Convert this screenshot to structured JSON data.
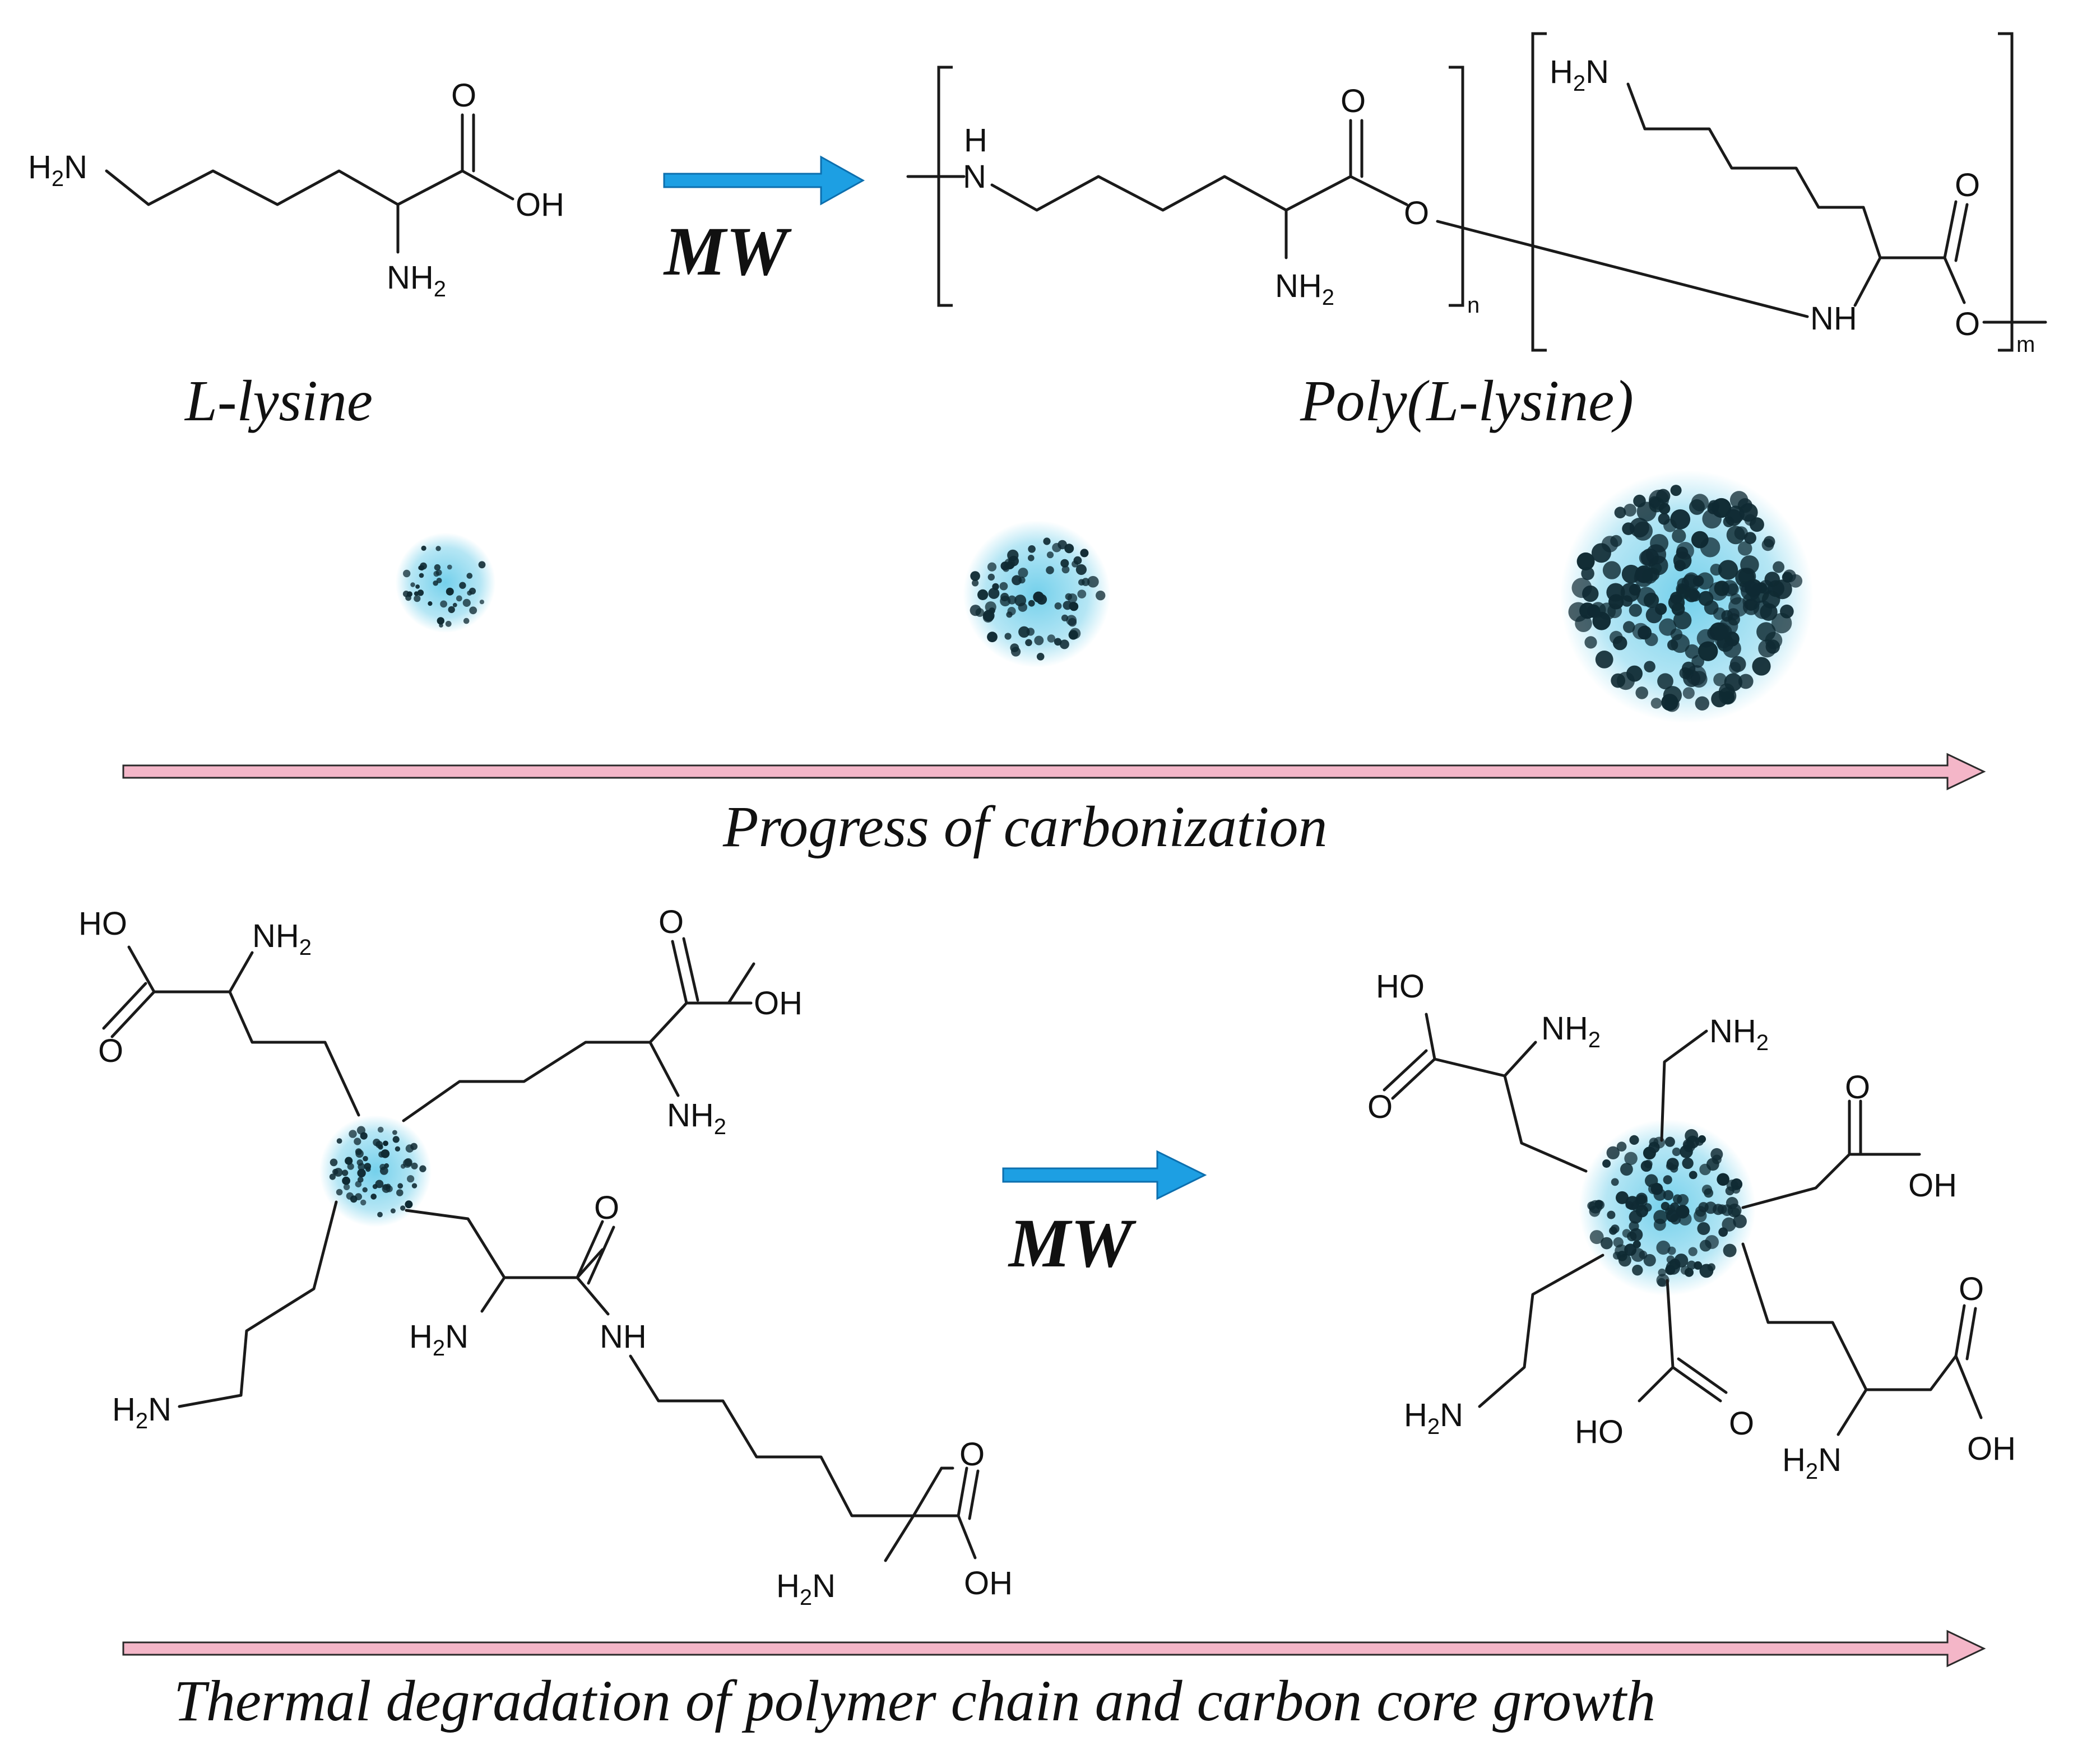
{
  "colors": {
    "mw_arrow": "#1d9fe3",
    "progress_arrow": "#f4b6c8",
    "core_glow": "#5cc8e8",
    "core_dot": "#0f2a33",
    "bond": "#1a1a1a"
  },
  "labels": {
    "lysine": "L-lysine",
    "polylysine": "Poly(L-lysine)",
    "mw_top": "MW",
    "mw_bottom": "MW",
    "progress": "Progress of carbonization",
    "degradation": "Thermal degradation of polymer chain and carbon core growth"
  },
  "atoms": {
    "O": "O",
    "OH": "OH",
    "HO": "HO",
    "NH2": "NH",
    "H2N_H": "H",
    "H2N_N": "N",
    "NH": "NH",
    "H": "H",
    "N": "N",
    "sub2": "2",
    "n": "n",
    "m": "m"
  }
}
